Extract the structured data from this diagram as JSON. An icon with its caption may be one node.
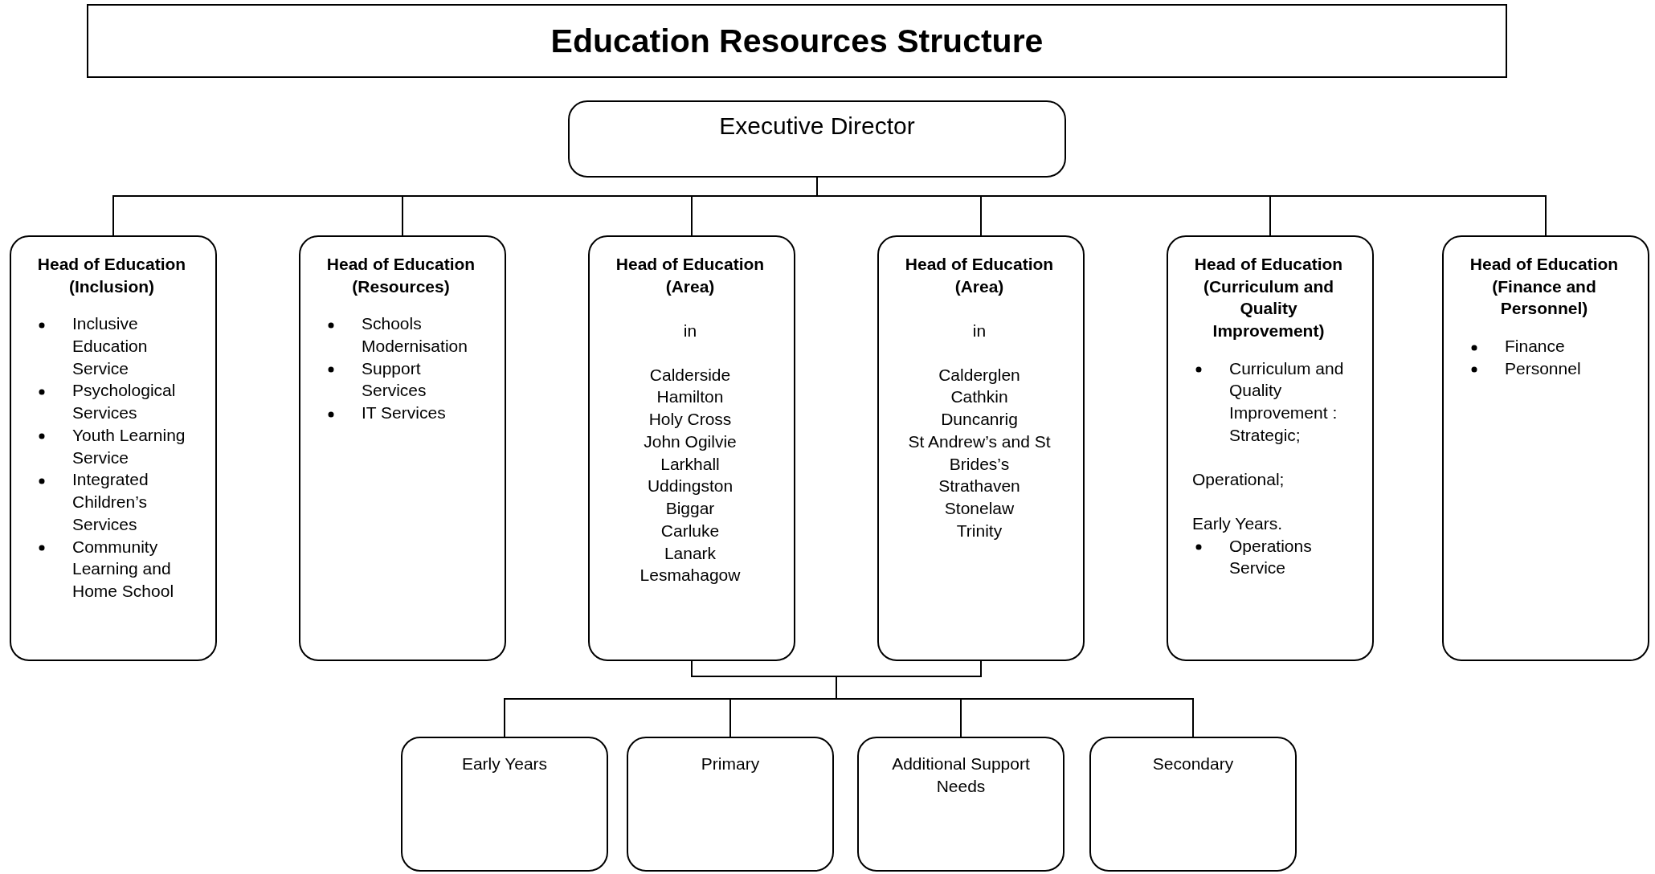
{
  "diagram": {
    "title": "Education Resources Structure",
    "nodes": [
      {
        "text": [
          "Executive Director"
        ]
      },
      {
        "text": [
          "Head of Education (Inclusion)",
          "Inclusive Education Service",
          "Psychological Services",
          "Youth Learning Service",
          "Integrated Children’s Services",
          "Community Learning and Home School"
        ]
      },
      {
        "text": [
          "Head of Education (Resources)",
          "Schools Modernisation",
          "Support Services",
          "IT Services"
        ]
      },
      {
        "text": [
          "Head of Education (Area)",
          "in",
          "Calderside",
          "Hamilton",
          "Holy Cross",
          "John Ogilvie",
          "Larkhall",
          "Uddingston",
          "Biggar",
          "Carluke",
          "Lanark",
          "Lesmahagow"
        ]
      },
      {
        "text": [
          "Head of Education (Area)",
          "in",
          "Calderglen",
          "Cathkin",
          "Duncanrig",
          "St Andrew’s and St Brides’s",
          "Strathaven",
          "Stonelaw",
          "Trinity"
        ]
      },
      {
        "text": [
          "Head of Education (Curriculum and Quality Improvement)",
          "Curriculum and Quality Improvement : Strategic;",
          "Operational;",
          "Early Years.",
          "Operations Service"
        ]
      },
      {
        "text": [
          "Head of Education (Finance and Personnel)",
          "Finance",
          "Personnel"
        ]
      },
      {
        "text": [
          "Early Years"
        ]
      },
      {
        "text": [
          "Primary"
        ]
      },
      {
        "text": [
          "Additional Support Needs"
        ]
      },
      {
        "text": [
          "Secondary"
        ]
      }
    ],
    "edges": [
      {
        "from": 0,
        "to": 1,
        "arrow": "none"
      },
      {
        "from": 0,
        "to": 2,
        "arrow": "none"
      },
      {
        "from": 0,
        "to": 3,
        "arrow": "none"
      },
      {
        "from": 0,
        "to": 4,
        "arrow": "none"
      },
      {
        "from": 0,
        "to": 5,
        "arrow": "none"
      },
      {
        "from": 0,
        "to": 6,
        "arrow": "none"
      },
      {
        "from": 3,
        "to": 7,
        "arrow": "none"
      },
      {
        "from": 3,
        "to": 8,
        "arrow": "none"
      },
      {
        "from": 3,
        "to": 9,
        "arrow": "none"
      },
      {
        "from": 3,
        "to": 10,
        "arrow": "none"
      },
      {
        "from": 4,
        "to": 7,
        "arrow": "none"
      },
      {
        "from": 4,
        "to": 8,
        "arrow": "none"
      },
      {
        "from": 4,
        "to": 9,
        "arrow": "none"
      },
      {
        "from": 4,
        "to": 10,
        "arrow": "none"
      }
    ]
  }
}
